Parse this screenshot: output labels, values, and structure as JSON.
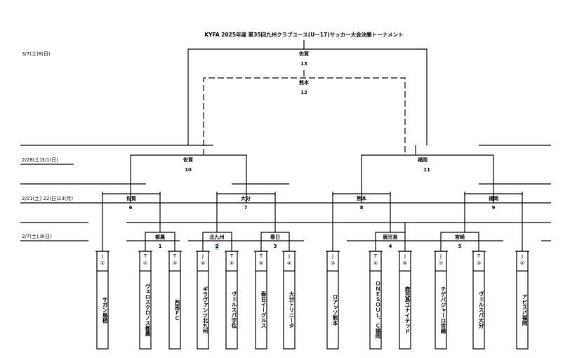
{
  "title": "KYFA 2025年度  第35回九州クラブユース(U－17)サッカー大会決勝トーナメント",
  "rounds": [
    {
      "id": "final",
      "date": "3/7(土)8(日)"
    },
    {
      "id": "semi",
      "date": "2/28(土)3/1(日)"
    },
    {
      "id": "quarter",
      "date": "2/21(土) 22(日)23(月)"
    },
    {
      "id": "first",
      "date": "2/7(土),8(日)"
    }
  ],
  "matches": [
    {
      "no": "1",
      "venue": "都農"
    },
    {
      "no": "2",
      "venue": "北九州"
    },
    {
      "no": "3",
      "venue": "春日"
    },
    {
      "no": "4",
      "venue": "鹿児島"
    },
    {
      "no": "5",
      "venue": "宮崎"
    },
    {
      "no": "6",
      "venue": "佐賀"
    },
    {
      "no": "7",
      "venue": "大分"
    },
    {
      "no": "8",
      "venue": "熊本"
    },
    {
      "no": "9",
      "venue": "福岡"
    },
    {
      "no": "10",
      "venue": "佐賀"
    },
    {
      "no": "11",
      "venue": "福岡"
    },
    {
      "no": "12",
      "venue": "熊本",
      "note": "third-place (dashed)"
    },
    {
      "no": "13",
      "venue": "佐賀"
    }
  ],
  "teams": [
    {
      "league": "J",
      "seed": "①",
      "name": "サガン鳥栖"
    },
    {
      "league": "T",
      "seed": "①",
      "name": "ヴェロスクロノス都農"
    },
    {
      "league": "T",
      "seed": "②",
      "name": "西南ＦＣ"
    },
    {
      "league": "J",
      "seed": "⑤",
      "name": "ギラヴァンツ北九州"
    },
    {
      "league": "T",
      "seed": "⑥",
      "name": "ヴェルスパ宇佐"
    },
    {
      "league": "T",
      "seed": "⑤",
      "name": "春日イーグルス"
    },
    {
      "league": "J",
      "seed": "④",
      "name": "大分トリニータ"
    },
    {
      "league": "J",
      "seed": "③",
      "name": "ロアッソ熊本"
    },
    {
      "league": "T",
      "seed": "④",
      "name": "ＯＮＥＳＯＵＬ．Ｃ福岡"
    },
    {
      "league": "J",
      "seed": "⑥",
      "name": "鹿児島ユナイテッド"
    },
    {
      "league": "J",
      "seed": "⑦",
      "name": "テゲバジャーロ宮崎"
    },
    {
      "league": "T",
      "seed": "③",
      "name": "ヴェルスパ大分"
    },
    {
      "league": "J",
      "seed": "②",
      "name": "アビスパ福岡"
    }
  ]
}
